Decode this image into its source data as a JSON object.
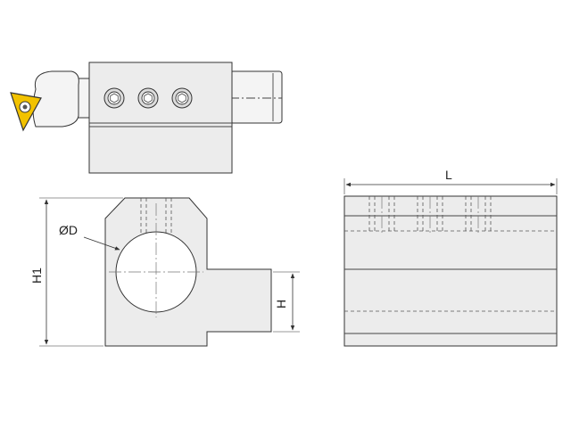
{
  "labels": {
    "diameter": "ØD",
    "total_height": "H1",
    "center_height": "H",
    "length": "L"
  },
  "colors": {
    "body_fill": "#ececec",
    "outline": "#333333",
    "insert_yellow": "#f2c200",
    "background": "#ffffff"
  },
  "views": [
    "top-view",
    "front-view",
    "side-view"
  ]
}
